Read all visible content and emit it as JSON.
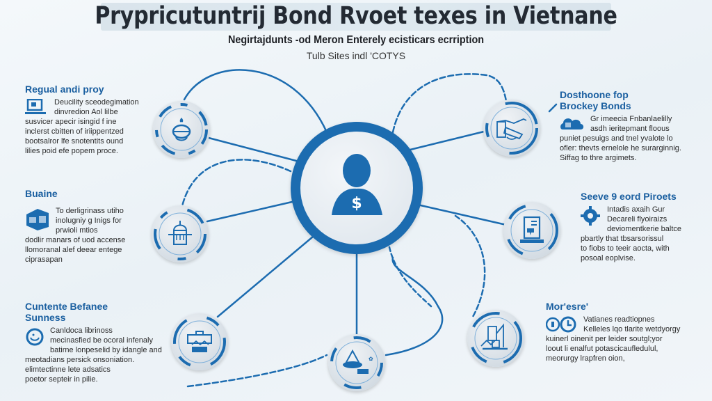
{
  "header": {
    "title": "Prypricutuntrij Bond Rvoet texes in Vietnane",
    "subtitle": "Negirtajdunts -od Meron Enterely ecisticars ecrription",
    "tagline": "Tulb Sites indl 'COTYS"
  },
  "hub": {
    "icon": "person-dollar-icon",
    "color": "#1c6cb0"
  },
  "colors": {
    "accent": "#1c6cb0",
    "heading": "#1a5fa0",
    "text": "#2a2a2a",
    "background": "#eef3f7"
  },
  "sections": {
    "left": [
      {
        "title": "Regual andi proy",
        "icon": "monitor-icon",
        "node_icon": "robot-bell-icon",
        "body": [
          "Deucility sceodegimation",
          "dinvredion Aol lilbe",
          "susvicer apecir isingid f ine",
          "inclerst cbitten of iriippentzed",
          "bootsalror lfe snotentits ound",
          "lilies poid efe popem proce."
        ]
      },
      {
        "title": "Buaine",
        "icon": "building-box-icon",
        "node_icon": "bank-building-icon",
        "body": [
          "To derligrinass utiho",
          "inolugniy g Inigs for",
          "prwioli mtios",
          "dodlir manars of uod accense",
          "llomoranal alef deear entege",
          "ciprasapan"
        ]
      },
      {
        "title": "Cuntente Befanee Sunness",
        "icon": "circle-arrows-icon",
        "node_icon": "briefcase-machine-icon",
        "body": [
          "Canldoca librinoss",
          "mecinasfied be ocoral infenaly",
          "batirne lonpeselid by idangle and",
          "meotadians persick onsoniation.",
          "elimtectinne lete adsatics",
          "poetor septeir in pilie."
        ]
      }
    ],
    "right": [
      {
        "title": "Dosthoone fop Brockey Bonds",
        "icon": "cloud-storage-icon",
        "node_icon": "handshake-document-icon",
        "body": [
          "Gr imeecia Fnbanlaelilly",
          "asdh ieritepmant floous",
          "puniet pesuigs and tnel yvalote lo",
          "ofler: thevts ernelole he surarginnig.",
          "Siffag to thre argimets."
        ]
      },
      {
        "title": "Seeve 9 eord Piroets",
        "icon": "gear-icon",
        "node_icon": "document-laptop-icon",
        "body": [
          "Intadis axaih Gur",
          "Decareli flyoiraizs",
          "deviomentkerie baltce",
          "pbartly that tbsarsorissul",
          "to fiobs to teeir aocta, with",
          "posoal eoplvise."
        ]
      },
      {
        "title": "Mor'esre'",
        "icon": "clock-icons",
        "node_icon": "chart-building-icon",
        "body": [
          "Vatianes readtiopnes",
          "Kelleles lqo tlarite wetdyorgy",
          "kuinerl oinenit per leider soutgl;yor",
          "loout li enalfut potascicaufledulul,",
          "meorurgy lrapfren oion,"
        ]
      }
    ],
    "bottom": {
      "node_icon": "triangle-boat-icon"
    }
  }
}
